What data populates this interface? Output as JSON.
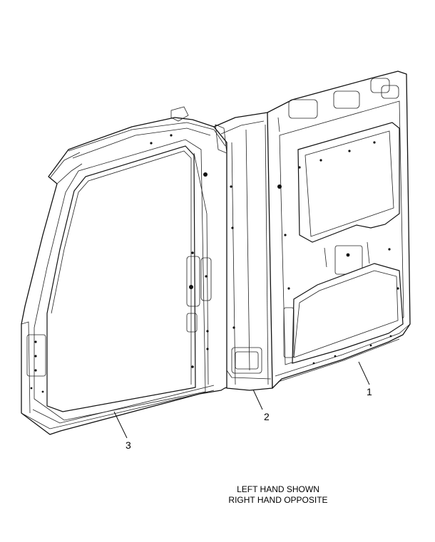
{
  "callouts": [
    {
      "number": "1"
    },
    {
      "number": "2"
    },
    {
      "number": "3"
    }
  ],
  "note": {
    "line1": "LEFT HAND SHOWN",
    "line2": "RIGHT HAND OPPOSITE"
  }
}
